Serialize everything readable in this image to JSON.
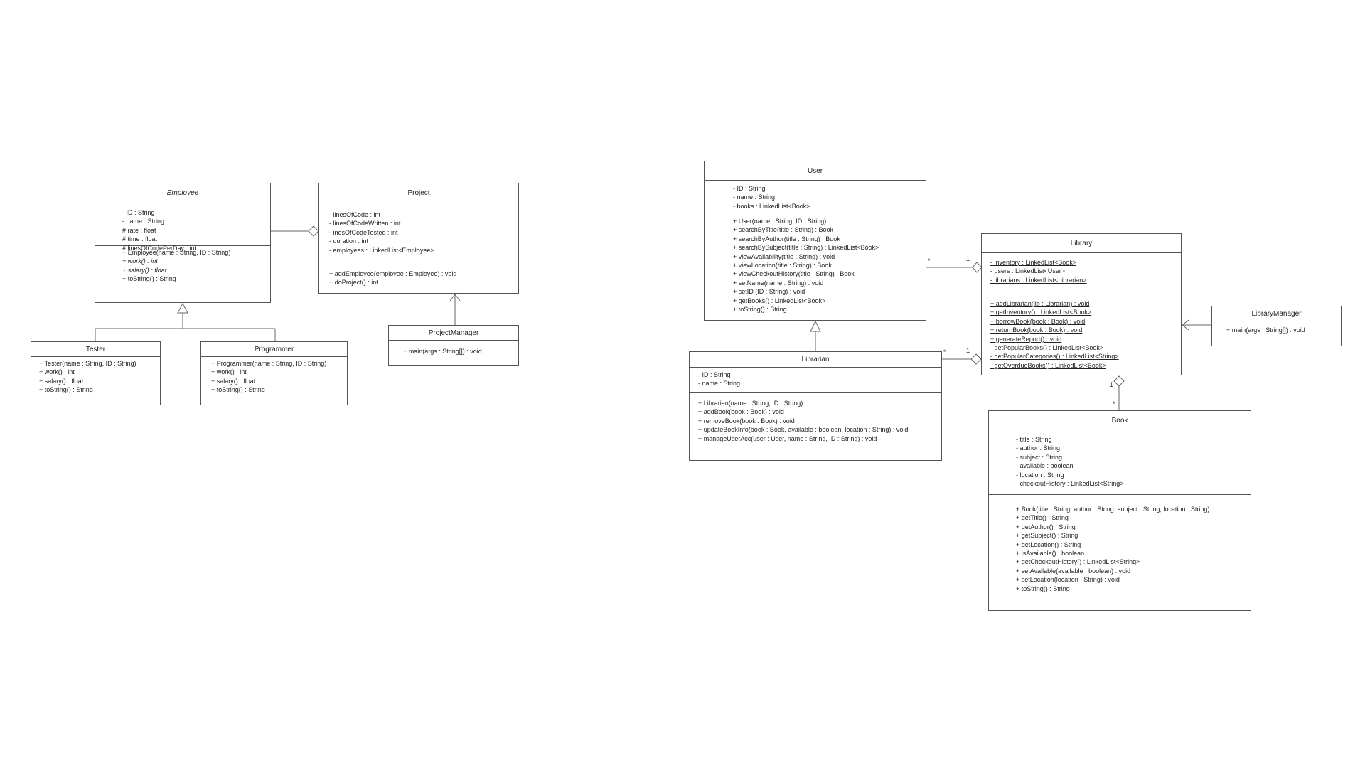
{
  "diagram": {
    "classes": {
      "employee": {
        "name": "Employee",
        "attributes": [
          "- ID : String",
          "- name : String",
          "# rate : float",
          "# time : float",
          "# linesOfCodePerDay : int"
        ],
        "methods": [
          "+ Employee(name : String, ID : String)",
          "+ work() : int",
          "+ salary() : float",
          "+ toString() : String"
        ]
      },
      "project": {
        "name": "Project",
        "attributes": [
          "- linesOfCode : int",
          "- linesOfCodeWritten : int",
          "- inesOfCodeTested : int",
          "- duration : int",
          "- employees : LinkedList<Employee>"
        ],
        "methods": [
          "+ addEmployee(employee : Employee) : void",
          "+ doProject() : int"
        ]
      },
      "project_manager": {
        "name": "ProjectManager",
        "methods": [
          "+ main(args : String[]) : void"
        ]
      },
      "tester": {
        "name": "Tester",
        "methods": [
          "+ Tester(name : String, ID : String)",
          "+ work() : int",
          "+ salary() : float",
          "+ toString() : String"
        ]
      },
      "programmer": {
        "name": "Programmer",
        "methods": [
          "+ Programmer(name : String, ID : String)",
          "+ work() : int",
          "+ salary() : float",
          "+ toString() : String"
        ]
      },
      "user": {
        "name": "User",
        "attributes": [
          "- ID : String",
          "- name : String",
          "- books : LinkedList<Book>"
        ],
        "methods": [
          "+ User(name : String, ID : String)",
          "+ searchByTitle(title : String) : Book",
          "+ searchByAuthor(title : String) : Book",
          "+ searchBySubject(title : String) : LinkedList<Book>",
          "+ viewAvailability(title : String) : void",
          "+ viewLocation(title : String) : Book",
          "+ viewCheckoutHistory(title : String) : Book",
          "+ setName(name : String) : void",
          "+ setID (ID : String) : void",
          "+ getBooks() : LinkedList<Book>",
          "+ toString() : String"
        ]
      },
      "librarian": {
        "name": "Librarian",
        "attributes": [
          "- ID : String",
          "- name : String"
        ],
        "methods": [
          "+ Librarian(name : String, ID : String)",
          "+ addBook(book : Book) : void",
          "+ removeBook(book : Book) : void",
          "+ updateBookInfo(book : Book, available : boolean, location : String) : void",
          "+ manageUserAcc(user : User, name : String, ID : String) : void"
        ]
      },
      "library": {
        "name": "Library",
        "attributes": [
          "- inventory : LinkedList<Book>",
          "- users : LinkedList<User>",
          "- librarians : LinkedList<Librarian>"
        ],
        "methods": [
          "+ addLibrarian(lib : Librarian) : void",
          "+ getInventory() : LinkedList<Book>",
          "+ borrowBook(book : Book) : void",
          "+ returnBook(book : Book) : void",
          "+ generateReport() : void",
          "- getPopularBooks() : LinkedList<Book>",
          "- getPopularCategories() : LinkedList<String>",
          "- getOverdueBooks() : LinkedList<Book>"
        ]
      },
      "library_manager": {
        "name": "LibraryManager",
        "methods": [
          "+ main(args : String[]) : void"
        ]
      },
      "book": {
        "name": "Book",
        "attributes": [
          "- title : String",
          "- author : String",
          "- subject : String",
          "- available : boolean",
          "- location : String",
          "- checkoutHistory : LinkedList<String>"
        ],
        "methods": [
          "+ Book(title : String, author : String, subject : String, location : String)",
          "+ getTitle() : String",
          "+ getAuthor() : String",
          "+ getSubject() : String",
          "+ getLocation() : String",
          "+ isAvailable() : boolean",
          "+ getCheckoutHistory() : LinkedList<String>",
          "+ setAvailable(available : boolean) : void",
          "+ setLocation(location : String) : void",
          "+ toString() : String"
        ]
      }
    },
    "multiplicities": {
      "user_library_user_end": "*",
      "user_library_library_end": "1",
      "librarian_library_librarian_end": "*",
      "librarian_library_library_end": "1",
      "library_book_library_end": "1",
      "library_book_book_end": "*"
    }
  }
}
